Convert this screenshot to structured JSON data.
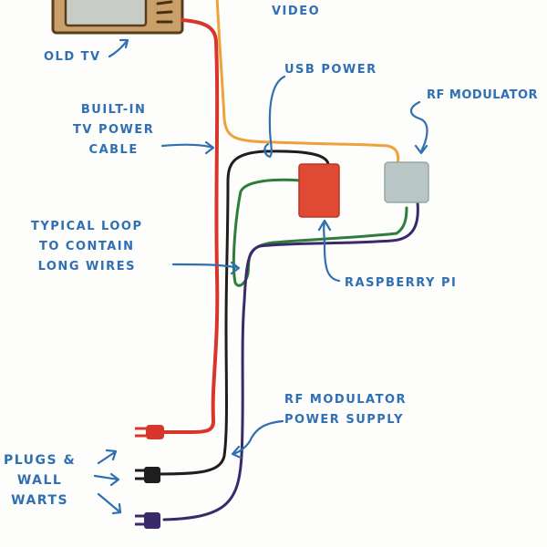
{
  "labels": {
    "video": "VIDEO",
    "old_tv": "OLD TV",
    "usb_power": "USB POWER",
    "rf_modulator": "RF MODULATOR",
    "tv_power_cable": [
      "BUILT-IN",
      "TV POWER",
      "CABLE"
    ],
    "typical_loop": [
      "TYPICAL LOOP",
      "TO CONTAIN",
      "LONG WIRES"
    ],
    "raspberry_pi": "RASPBERRY PI",
    "rf_power_supply": [
      "RF MODULATOR",
      "POWER SUPPLY"
    ],
    "plugs": [
      "PLUGS &",
      "WALL",
      "WARTS"
    ]
  },
  "colors": {
    "label_ink": "#2f6fb2",
    "tv_power_wire": "#d8362a",
    "video_wire": "#f0a23a",
    "usb_wire": "#1e1e1e",
    "green_wire": "#2e7d3a",
    "purple_wire": "#3a2a6a",
    "tv_body": "#c9a06a",
    "raspberry_pi": "#e04a35",
    "rf_modulator": "#b9c6c6"
  }
}
